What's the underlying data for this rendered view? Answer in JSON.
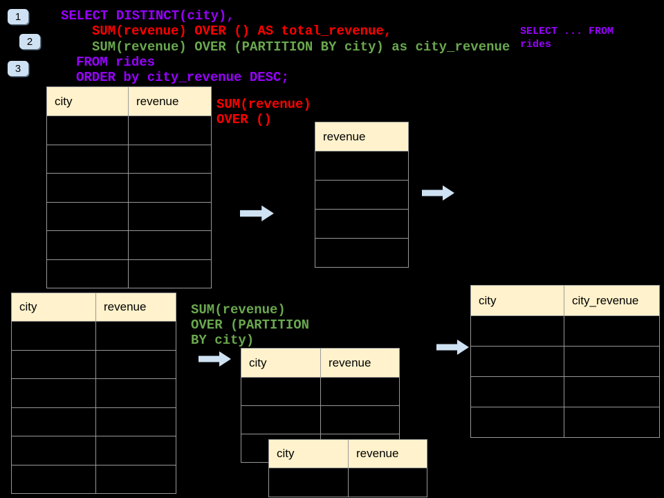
{
  "colors": {
    "background": "#000000",
    "table_header_fill": "#fff2cc",
    "table_border": "#999999",
    "arrow_fill": "#cfe2f3",
    "badge_fill": "#cfe2f3",
    "sql_purple": "#9900ff",
    "sql_red": "#ff0000",
    "sql_green": "#6aa84f"
  },
  "steps": [
    {
      "label": "1"
    },
    {
      "label": "2"
    },
    {
      "label": "3"
    }
  ],
  "sql": {
    "lines": [
      {
        "text": "SELECT DISTINCT(city),",
        "color": "purple"
      },
      {
        "text": "SUM(revenue) OVER () AS total_revenue,",
        "color": "red"
      },
      {
        "text": "SUM(revenue) OVER (PARTITION BY city) as city_revenue",
        "color": "green"
      },
      {
        "text": "FROM rides",
        "color": "purple"
      },
      {
        "text": "ORDER by city_revenue DESC;",
        "color": "purple"
      }
    ]
  },
  "side_note": {
    "lines": [
      "SELECT ... FROM",
      "rides"
    ]
  },
  "annotations": {
    "total_label": {
      "lines": [
        "SUM(revenue)",
        "OVER ()"
      ]
    },
    "partition_label": {
      "lines": [
        "SUM(revenue)",
        "OVER (PARTITION",
        "BY city)"
      ]
    }
  },
  "tables": {
    "source_top": {
      "headers": [
        "city",
        "revenue"
      ],
      "body_rows": 6
    },
    "total_revenue": {
      "headers": [
        "revenue"
      ],
      "body_rows": 4
    },
    "source_bottom": {
      "headers": [
        "city",
        "revenue"
      ],
      "body_rows": 6
    },
    "partition_a": {
      "headers": [
        "city",
        "revenue"
      ],
      "body_rows": 3
    },
    "partition_b": {
      "headers": [
        "city",
        "revenue"
      ],
      "body_rows": 1
    },
    "result": {
      "headers": [
        "city",
        "city_revenue"
      ],
      "body_rows": 4
    }
  },
  "icons": {
    "arrow": "right-arrow"
  }
}
